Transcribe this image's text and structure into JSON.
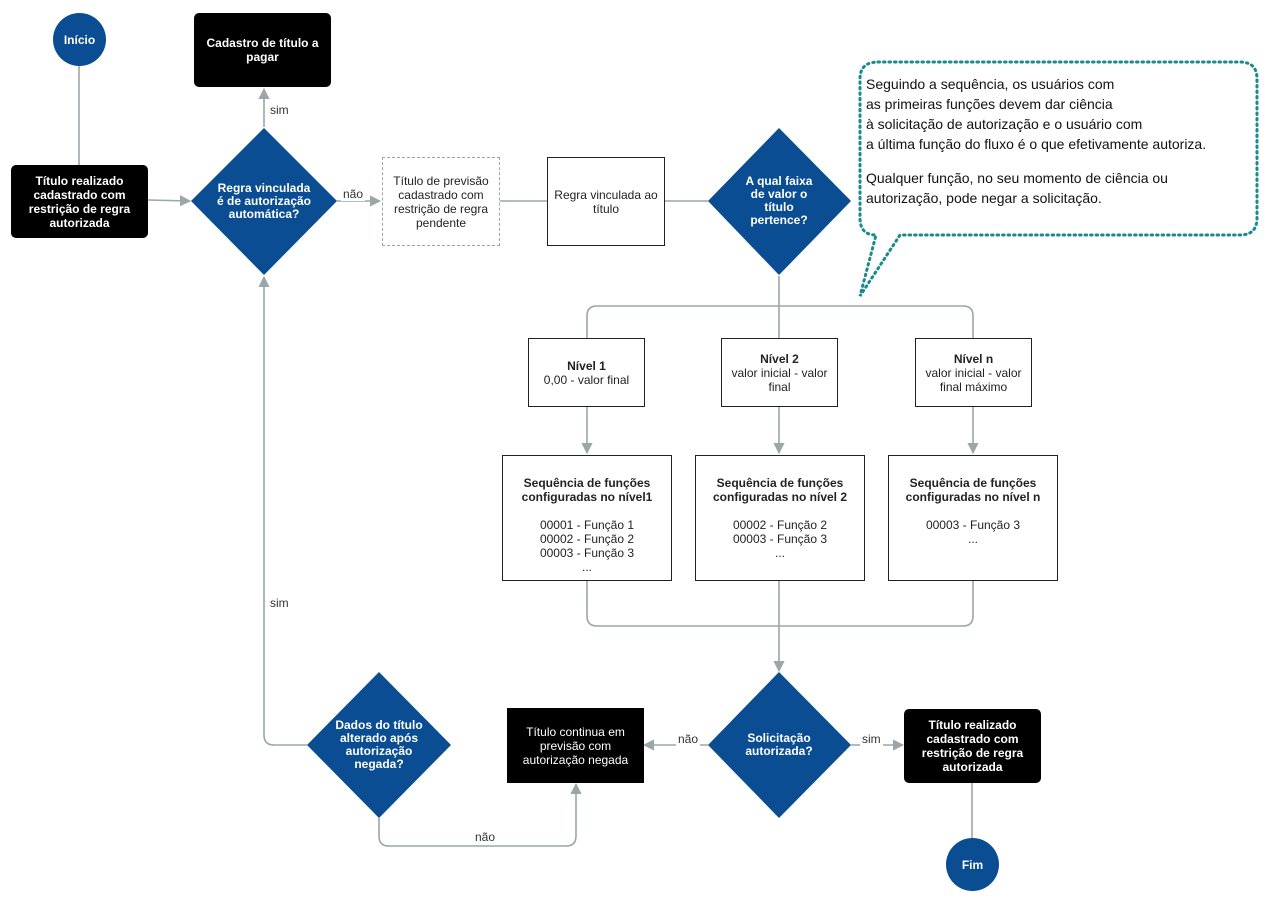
{
  "nodes": {
    "inicio": "Início",
    "fim": "Fim",
    "cadastro_titulo": "Cadastro de título a pagar",
    "titulo_realizado_1": "Título realizado cadastrado com restrição de regra autorizada",
    "regra_automatica": "Regra vinculada é de autorização automática?",
    "titulo_previsao": "Título de previsão cadastrado com restrição de regra pendente",
    "regra_vinculada": "Regra vinculada ao título",
    "faixa_valor": "A qual faixa de valor o título pertence?",
    "nivel1_title": "Nível 1",
    "nivel1_range": "0,00 - valor final",
    "nivel2_title": "Nível 2",
    "nivel2_range": "valor inicial - valor final",
    "niveln_title": "Nível n",
    "niveln_range": "valor inicial - valor final máximo",
    "seq1_title": "Sequência de funções configuradas no nível1",
    "seq1_lines": [
      "00001 - Função 1",
      "00002 - Função 2",
      "00003 - Função 3",
      "..."
    ],
    "seq2_title": "Sequência de funções configuradas no nível 2",
    "seq2_lines": [
      "00002 - Função 2",
      "00003 - Função 3",
      "..."
    ],
    "seqn_title": "Sequência de funções configuradas no nível n",
    "seqn_lines": [
      "00003 - Função 3",
      "..."
    ],
    "solicitacao": "Solicitação autorizada?",
    "titulo_continua": "Título continua em previsão com autorização negada",
    "titulo_realizado_2": "Título realizado cadastrado com restrição de regra autorizada",
    "dados_alterado": "Dados do título alterado após autorização negada?"
  },
  "edges": {
    "sim_top": "sim",
    "nao_right": "não",
    "sim_left": "sim",
    "nao_solic": "não",
    "sim_solic": "sim",
    "nao_bottom": "não"
  },
  "callout": {
    "lines_1": [
      "Seguindo a sequência, os usuários com",
      "as primeiras funções devem dar ciência",
      "à solicitação de autorização e o usuário com",
      "a última função do fluxo é o que efetivamente autoriza."
    ],
    "lines_2": [
      "Qualquer função, no seu momento de ciência ou",
      "autorização, pode negar a solicitação."
    ]
  },
  "colors": {
    "diamond": "#0a4d92",
    "connector": "#9aa6a8",
    "callout_border": "#1a8a8a"
  }
}
